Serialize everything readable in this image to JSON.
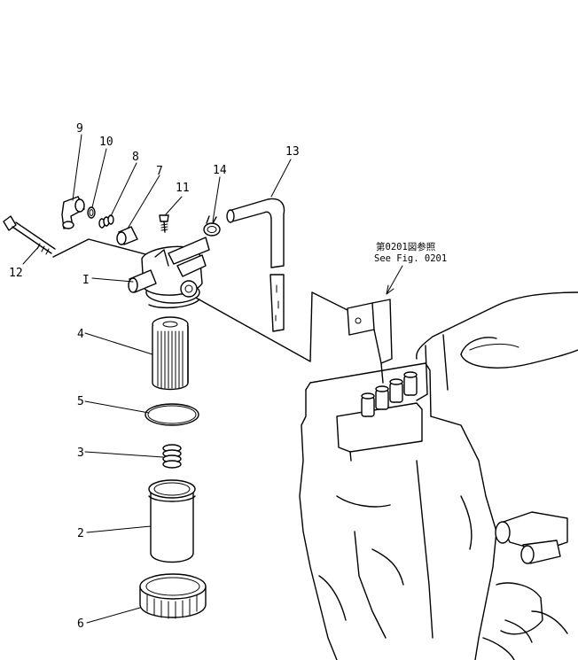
{
  "labels": {
    "p1": "I",
    "p2": "2",
    "p3": "3",
    "p4": "4",
    "p5": "5",
    "p6": "6",
    "p7": "7",
    "p8": "8",
    "p9": "9",
    "p10": "10",
    "p11": "11",
    "p12": "12",
    "p13": "13",
    "p14": "14"
  },
  "reference_note": {
    "line1": "第0201図参照",
    "line2": "See Fig. 0201"
  }
}
